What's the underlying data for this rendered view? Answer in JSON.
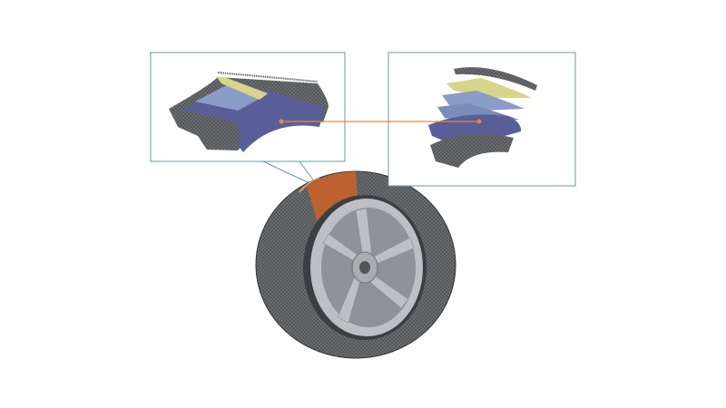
{
  "colors": {
    "background": "#ffffff",
    "frame": "#6a9aa0",
    "connector": "#e08a3c",
    "tread_mesh": "#5a5d5f",
    "belt_yellow": "#d8d48a",
    "layer_blue_light": "#8a9cc8",
    "layer_blue": "#5a5e98",
    "highlight_orange": "#c8622a",
    "rim": "#b8bbbf"
  },
  "icons": [
    "tire-section-detail",
    "tire-layers-exploded",
    "wheel-mesh"
  ]
}
